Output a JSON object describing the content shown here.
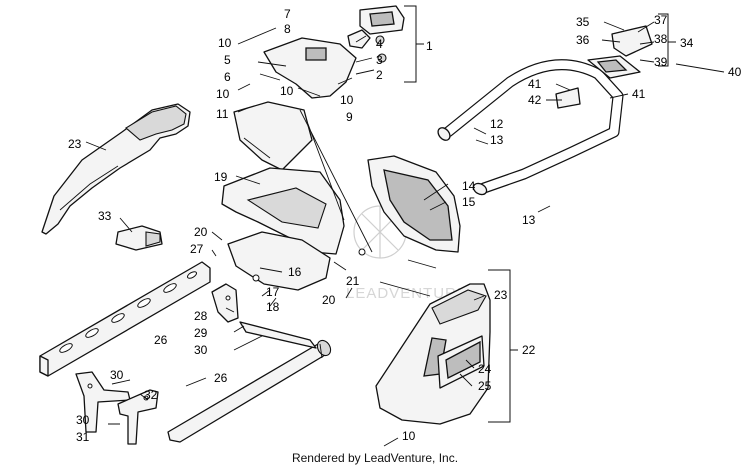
{
  "watermark": "LEADVENTURE",
  "footer": "Rendered by LeadVenture, Inc.",
  "callouts": {
    "c1": "1",
    "c2": "2",
    "c3": "3",
    "c4": "4",
    "c5": "5",
    "c6": "6",
    "c7": "7",
    "c8": "8",
    "c9": "9",
    "c10a": "10",
    "c10b": "10",
    "c10c": "10",
    "c10d": "10",
    "c10e": "10",
    "c11": "11",
    "c12": "12",
    "c13a": "13",
    "c13b": "13",
    "c14": "14",
    "c15": "15",
    "c16": "16",
    "c17": "17",
    "c18": "18",
    "c19": "19",
    "c20a": "20",
    "c20b": "20",
    "c21": "21",
    "c22": "22",
    "c23a": "23",
    "c23b": "23",
    "c24": "24",
    "c25": "25",
    "c26a": "26",
    "c26b": "26",
    "c27": "27",
    "c28": "28",
    "c29": "29",
    "c30a": "30",
    "c30b": "30",
    "c30c": "30",
    "c31": "31",
    "c32": "32",
    "c33": "33",
    "c34": "34",
    "c35": "35",
    "c36": "36",
    "c37": "37",
    "c38": "38",
    "c39": "39",
    "c40": "40",
    "c41a": "41",
    "c41b": "41",
    "c42": "42"
  }
}
